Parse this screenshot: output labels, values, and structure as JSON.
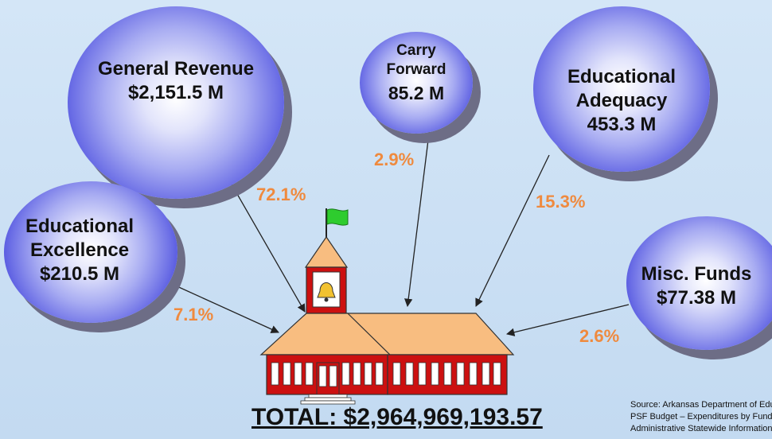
{
  "bubbles": {
    "general_revenue": {
      "label": "General Revenue",
      "amount": "$2,151.5 M",
      "pct": "72.1%"
    },
    "carry_forward": {
      "line1": "Carry",
      "line2": "Forward",
      "amount": "85.2 M",
      "pct": "2.9%"
    },
    "educational_adequacy": {
      "line1": "Educational",
      "line2": "Adequacy",
      "amount": "453.3 M",
      "pct": "15.3%"
    },
    "educational_excellence": {
      "line1": "Educational",
      "line2": "Excellence",
      "amount": "$210.5 M",
      "pct": "7.1%"
    },
    "misc_funds": {
      "label": "Misc. Funds",
      "amount": "$77.38 M",
      "pct": "2.6%"
    }
  },
  "total": "TOTAL:  $2,964,969,193.57",
  "source": {
    "line1": "Source: Arkansas Department of Education",
    "line2": "PSF Budget – Expenditures by Fund",
    "line3": "Administrative Statewide Information System"
  },
  "colors": {
    "bubble": "#5a5ce0",
    "percent": "#ef8a3e",
    "roof": "#f8bd80",
    "building": "#cc1010",
    "flag": "#2ecc2e"
  }
}
